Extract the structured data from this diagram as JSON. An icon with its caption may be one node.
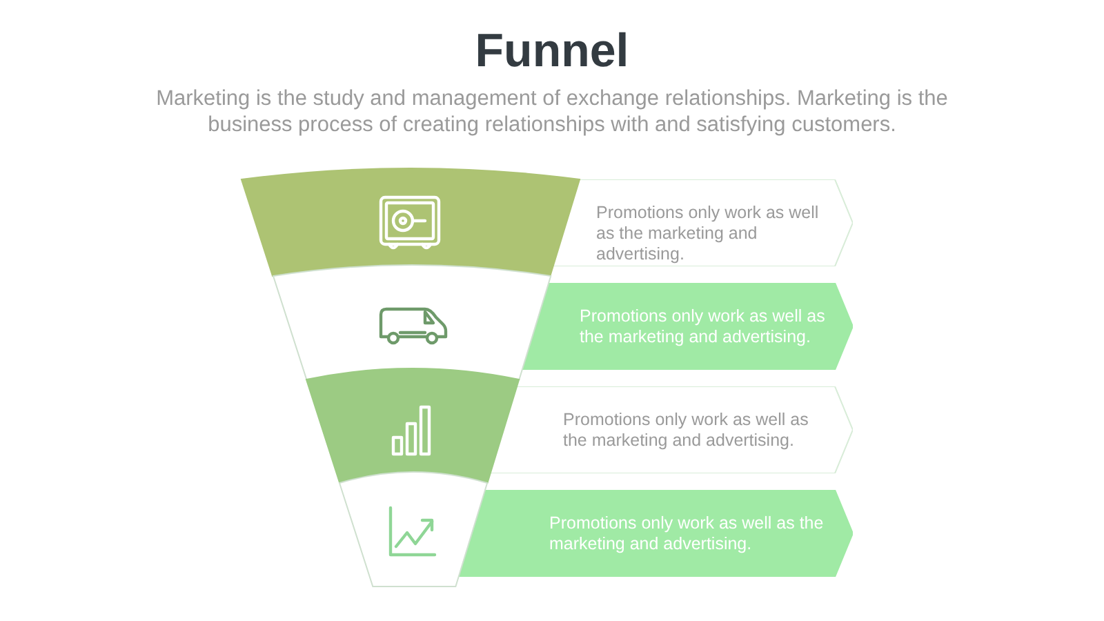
{
  "diagram": {
    "title": "Funnel",
    "nodes": [
      {
        "text": [],
        "shape": "trapezoid"
      },
      {
        "text": [
          "Promotions only work as well as the marketing and advertising."
        ]
      },
      {
        "text": [],
        "shape": "trapezoid"
      },
      {
        "text": [
          "Promotions only work as well as the marketing and advertising."
        ]
      },
      {
        "text": [],
        "shape": "trapezoid"
      },
      {
        "text": [
          "Promotions only work as well as the marketing and advertising."
        ]
      },
      {
        "text": [],
        "shape": "trapezoid"
      },
      {
        "text": [
          "Promotions only work as well as the marketing and advertising."
        ]
      }
    ],
    "labels": [
      "Marketing is the study and management of exchange relationships. Marketing is the business process of creating relationships with and satisfying customers."
    ]
  }
}
